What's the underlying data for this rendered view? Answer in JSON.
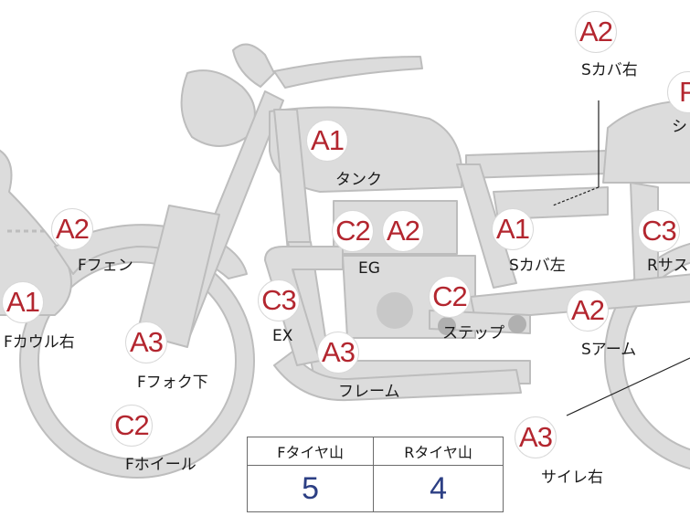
{
  "parts": [
    {
      "id": "tank",
      "grade": "A1",
      "label": "タンク"
    },
    {
      "id": "f-fender",
      "grade": "A2",
      "label": "Fフェン"
    },
    {
      "id": "f-cowl-right",
      "grade": "A1",
      "label": "Fカウル右"
    },
    {
      "id": "f-fork-lower",
      "grade": "A3",
      "label": "Fフォク下"
    },
    {
      "id": "f-wheel",
      "grade": "C2",
      "label": "Fホイール"
    },
    {
      "id": "exhaust",
      "grade": "C3",
      "label": "EX"
    },
    {
      "id": "engine",
      "grade": "C2",
      "grade2": "A2",
      "label": "EG"
    },
    {
      "id": "frame",
      "grade": "A3",
      "label": "フレーム"
    },
    {
      "id": "step",
      "grade": "C2",
      "label": "ステップ"
    },
    {
      "id": "s-cover-left",
      "grade": "A1",
      "label": "Sカバ左"
    },
    {
      "id": "s-cover-right",
      "grade": "A2",
      "label": "Sカバ右"
    },
    {
      "id": "swing-arm",
      "grade": "A2",
      "label": "Sアーム"
    },
    {
      "id": "r-suspension",
      "grade": "C3",
      "label": "Rサス"
    },
    {
      "id": "muffler-right",
      "grade": "A3",
      "label": "サイレ右"
    },
    {
      "id": "seat",
      "grade": "P",
      "label": "シ"
    }
  ],
  "tyre_table": {
    "front_header": "Fタイヤ山",
    "rear_header": "Rタイヤ山",
    "front_value": "5",
    "rear_value": "4"
  },
  "colors": {
    "body_fill": "#d9d9d9",
    "body_stroke": "#bfbfbf",
    "grade_text": "#b3262f",
    "value_text": "#2c3f84"
  }
}
